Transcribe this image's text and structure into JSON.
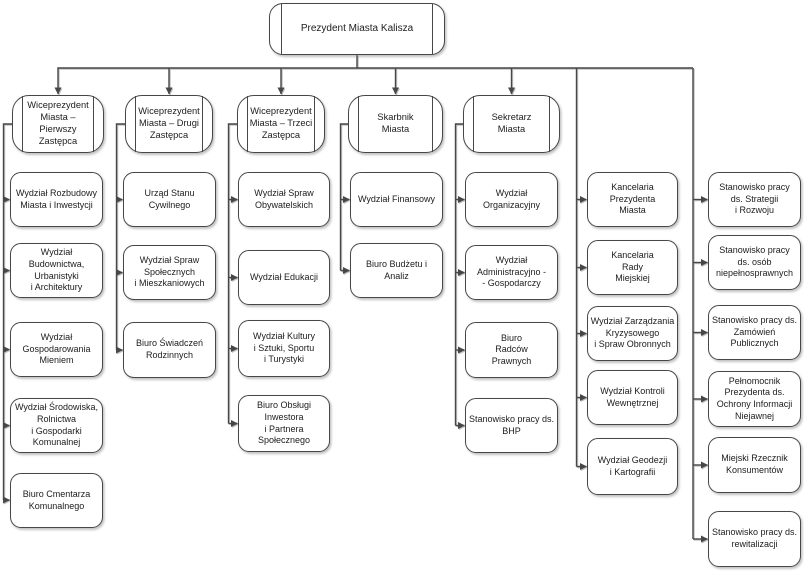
{
  "diagram": {
    "type": "org-chart",
    "language": "pl",
    "line_color": "#474747",
    "box_fill": "#ffffff",
    "text_color": "#1c1c1c"
  },
  "president": {
    "label": "Prezydent Miasta Kalisza"
  },
  "columns": [
    {
      "leader": "Wiceprezydent\nMiasta –\nPierwszy\nZastępca",
      "children": [
        "Wydział Rozbudowy\nMiasta i Inwestycji",
        "Wydział Budownictwa,\nUrbanistyki\ni Architektury",
        "Wydział\nGospodarowania\nMieniem",
        "Wydział Środowiska,\nRolnictwa\ni Gospodarki\nKomunalnej",
        "Biuro Cmentarza\nKomunalnego"
      ]
    },
    {
      "leader": "Wiceprezydent\nMiasta – Drugi\nZastępca",
      "children": [
        "Urząd Stanu Cywilnego",
        "Wydział Spraw\nSpołecznych\ni Mieszkaniowych",
        "Biuro Świadczeń\nRodzinnych"
      ]
    },
    {
      "leader": "Wiceprezydent\nMiasta – Trzeci\nZastępca",
      "children": [
        "Wydział Spraw\nObywatelskich",
        "Wydział Edukacji",
        "Wydział Kultury\ni Sztuki, Sportu\ni Turystyki",
        "Biuro Obsługi\nInwestora\ni Partnera Społecznego"
      ]
    },
    {
      "leader": "Skarbnik\nMiasta",
      "children": [
        "Wydział Finansowy",
        "Biuro Budżetu i Analiz"
      ]
    },
    {
      "leader": "Sekretarz\nMiasta",
      "children": [
        "Wydział Organizacyjny",
        "Wydział\nAdministracyjno -\n- Gospodarczy",
        "Biuro\nRadców\nPrawnych",
        "Stanowisko pracy ds.\nBHP"
      ]
    },
    {
      "children": [
        "Kancelaria\nPrezydenta\nMiasta",
        "Kancelaria\nRady\nMiejskiej",
        "Wydział Zarządzania\nKryzysowego\ni Spraw Obronnych",
        "Wydział Kontroli\nWewnętrznej",
        "Wydział Geodezji\ni Kartografii"
      ]
    },
    {
      "children": [
        "Stanowisko pracy\nds. Strategii\ni Rozwoju",
        "Stanowisko pracy\nds. osób\nniepełnosprawnych",
        "Stanowisko pracy ds.\nZamówień Publicznych",
        "Pełnomocnik\nPrezydenta ds.\nOchrony Informacji\nNiejawnej",
        "Miejski Rzecznik\nKonsumentów",
        "Stanowisko pracy ds.\nrewitalizacji"
      ]
    }
  ]
}
